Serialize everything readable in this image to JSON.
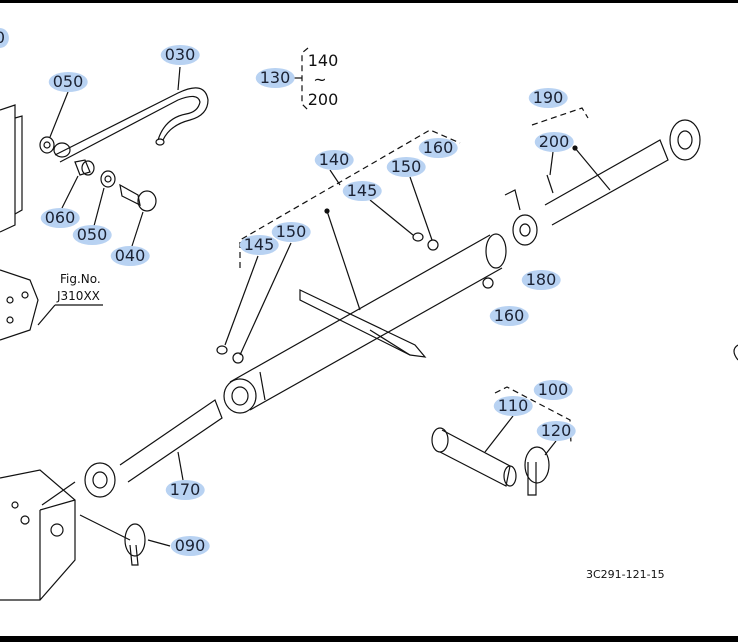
{
  "diagram": {
    "figure_code": "3C291-121-15",
    "fig_ref": {
      "label": "Fig.No.",
      "number": "J310XX"
    },
    "range_group": {
      "callout": "130",
      "from": "140",
      "tilde": "~",
      "to": "200"
    },
    "callouts": [
      {
        "id": "partial",
        "text": "0"
      },
      {
        "id": "030",
        "text": "030"
      },
      {
        "id": "050a",
        "text": "050"
      },
      {
        "id": "130",
        "text": "130"
      },
      {
        "id": "190",
        "text": "190"
      },
      {
        "id": "200",
        "text": "200"
      },
      {
        "id": "140",
        "text": "140"
      },
      {
        "id": "150a",
        "text": "150"
      },
      {
        "id": "160a",
        "text": "160"
      },
      {
        "id": "145a",
        "text": "145"
      },
      {
        "id": "060",
        "text": "060"
      },
      {
        "id": "050b",
        "text": "050"
      },
      {
        "id": "040",
        "text": "040"
      },
      {
        "id": "145b",
        "text": "145"
      },
      {
        "id": "150b",
        "text": "150"
      },
      {
        "id": "180",
        "text": "180"
      },
      {
        "id": "160b",
        "text": "160"
      },
      {
        "id": "100",
        "text": "100"
      },
      {
        "id": "110",
        "text": "110"
      },
      {
        "id": "120",
        "text": "120"
      },
      {
        "id": "170",
        "text": "170"
      },
      {
        "id": "090",
        "text": "090"
      }
    ],
    "colors": {
      "callout_bg": "#b8d2f2",
      "line": "#111111"
    }
  }
}
